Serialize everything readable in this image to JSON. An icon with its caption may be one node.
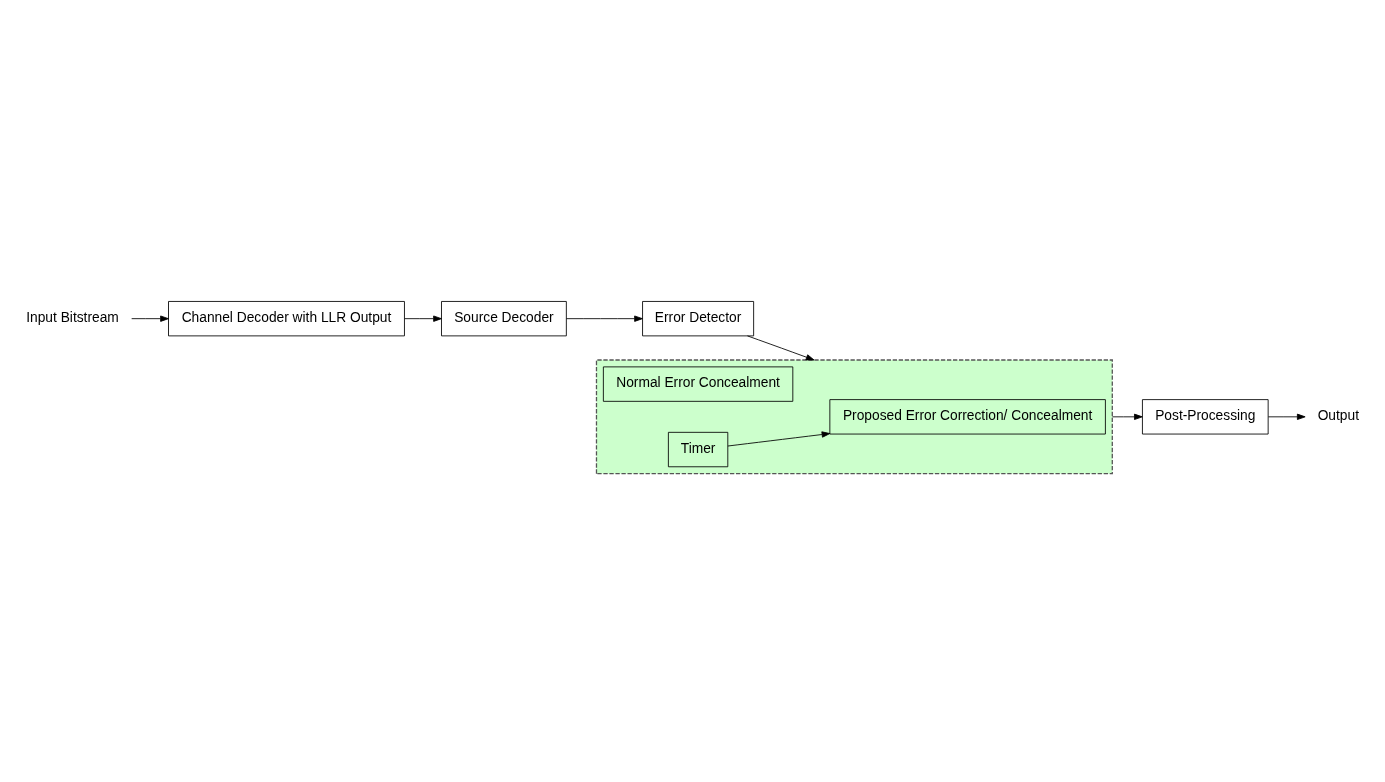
{
  "diagram": {
    "nodes": [
      {
        "text": [
          "Input Bitstream"
        ]
      },
      {
        "text": [
          "Channel Decoder with LLR Output"
        ]
      },
      {
        "text": [
          "Source Decoder"
        ]
      },
      {
        "text": [
          "Error Detector"
        ]
      },
      {
        "text": [],
        "shape": "box"
      },
      {
        "text": [
          "Proposed Error Correction/ Concealment"
        ],
        "in": 4
      },
      {
        "text": [
          "Normal Error Concealment"
        ],
        "in": 4
      },
      {
        "text": [
          "Timer"
        ],
        "in": 4
      },
      {
        "text": [
          "Post-Processing"
        ]
      },
      {
        "text": [
          "Output"
        ]
      }
    ],
    "edges": [
      {
        "from": 0,
        "to": 1,
        "arrow": "to"
      },
      {
        "from": 1,
        "to": 2,
        "arrow": "to"
      },
      {
        "from": 2,
        "to": 3,
        "arrow": "to"
      },
      {
        "from": 3,
        "to": 4,
        "arrow": "to"
      },
      {
        "from": 7,
        "to": 5,
        "arrow": "to"
      },
      {
        "from": 4,
        "to": 8,
        "arrow": "to"
      },
      {
        "from": 8,
        "to": 9,
        "arrow": "to"
      }
    ]
  }
}
